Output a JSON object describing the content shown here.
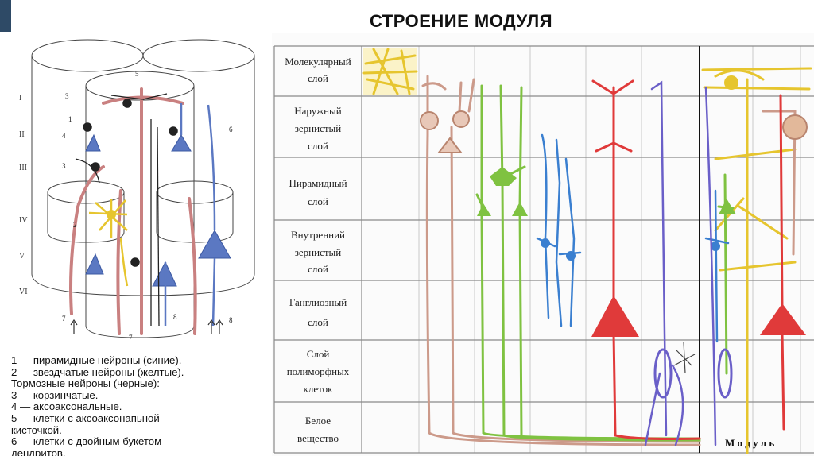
{
  "page": {
    "title": "СТРОЕНИЕ МОДУЛЯ"
  },
  "left_diagram": {
    "roman_labels": [
      "I",
      "II",
      "III",
      "IV",
      "V",
      "VI"
    ],
    "callouts": [
      "3",
      "5",
      "1",
      "4",
      "3",
      "6",
      "2",
      "7",
      "8",
      "7",
      "8"
    ]
  },
  "legend": {
    "items": [
      "1    — пирамидные нейроны (синие).",
      "2 — звездчатые нейроны (желтые).",
      "Тормозные нейроны (черные):",
      "3 — корзинчатые.",
      "4 — аксоаксональные.",
      "5 — клетки с аксоаксонапьной",
      "кисточкой.",
      "6 — клетки с двойным букетом",
      "дендритов."
    ]
  },
  "layers": {
    "rows": [
      [
        "Молекулярный",
        "слой"
      ],
      [
        "Наружный",
        "зернистый",
        "слой"
      ],
      [
        "Пирамидный",
        "слой"
      ],
      [
        "Внутренний",
        "зернистый",
        "слой"
      ],
      [
        "Ганглиозный",
        "слой"
      ],
      [
        "Слой",
        "полиморфных",
        "клеток"
      ],
      [
        "Белое",
        "вещество"
      ]
    ],
    "module_label": "М о д у л ь"
  },
  "colors": {
    "accent": "#2e4a66",
    "pyramidal": "#5b78c2",
    "stellate": "#e6c52e",
    "inhibitory": "#222222",
    "pink_fiber": "#c98080",
    "green_cell": "#7fc241",
    "red_cell": "#e03a3a",
    "blue_cell": "#3a7fd0",
    "violet_cell": "#6a5fc8"
  }
}
